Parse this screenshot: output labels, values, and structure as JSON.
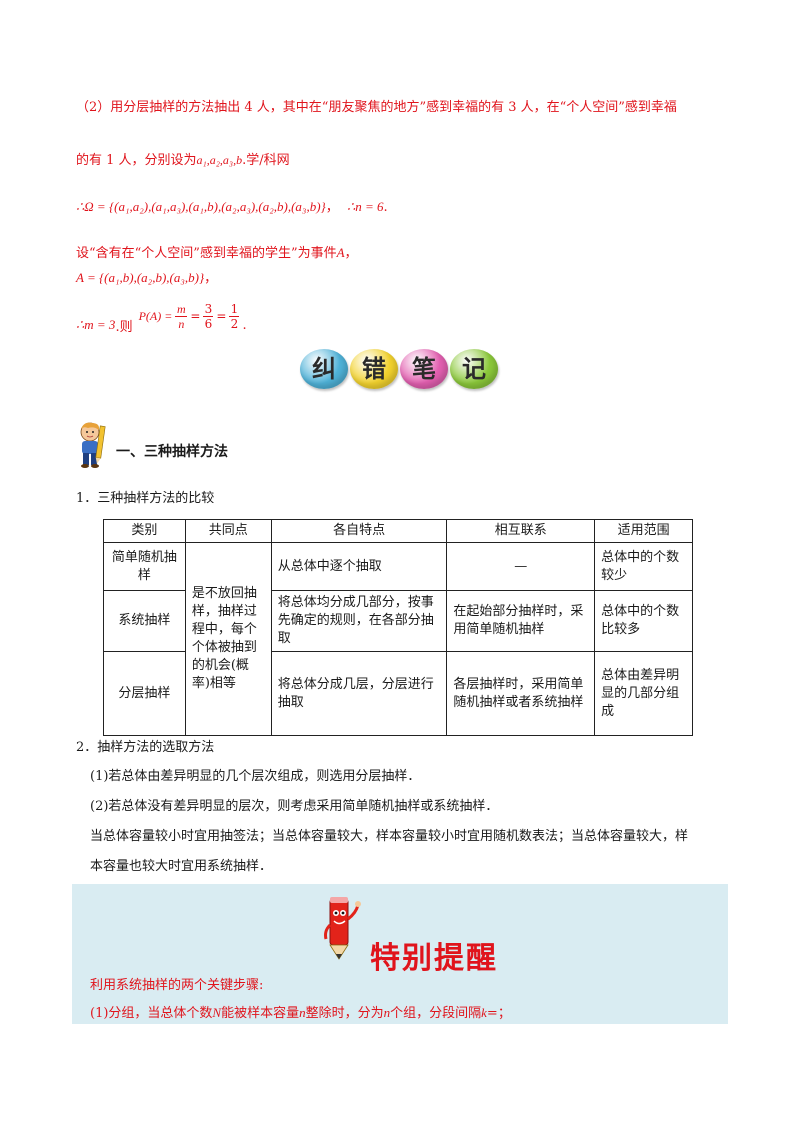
{
  "solution": {
    "line1": "（2）用分层抽样的方法抽出 4 人，其中在“朋友聚焦的地方”感到幸福的有 3 人，在“个人空间”感到幸福",
    "line2_text": "的有 1 人，分别设为",
    "line2_vars": "a₁,a₂,a₃,b",
    "line2_tail": ".学/科网",
    "omega": "∴Ω = {(a₁,a₂),(a₁,a₃),(a₁,b),(a₂,a₃),(a₂,b),(a₃,b)}",
    "omega_sep": "，",
    "n_eq": "∴n = 6",
    "n_tail": ".",
    "event_text": "设“含有在“个人空间”感到幸福的学生”为事件",
    "event_var": "A",
    "event_tail": "，",
    "A_set": "A = {(a₁,b),(a₂,b),(a₃,b)}",
    "A_tail": "，",
    "m_eq": "∴m = 3",
    "then": ".则",
    "P_lhs": "P(A) =",
    "frac1_num": "m",
    "frac1_den": "n",
    "frac2_num": "3",
    "frac2_den": "6",
    "frac3_num": "1",
    "frac3_den": "2",
    "P_tail": "."
  },
  "banner": {
    "chars": [
      "纠",
      "错",
      "笔",
      "记"
    ],
    "colors": [
      "#4fb2d8",
      "#f2d22e",
      "#e25fb0",
      "#8bc83a"
    ]
  },
  "section1": {
    "title": "一、三种抽样方法"
  },
  "item1": {
    "title": "1．三种抽样方法的比较"
  },
  "table": {
    "headers": [
      "类别",
      "共同点",
      "各自特点",
      "相互联系",
      "适用范围"
    ],
    "common": "是不放回抽样，抽样过程中，每个个体被抽到的机会(概率)相等",
    "rows": [
      {
        "category": "简单随机抽样",
        "feature": "从总体中逐个抽取",
        "relation": "—",
        "scope": "总体中的个数较少"
      },
      {
        "category": "系统抽样",
        "feature": "将总体均分成几部分，按事先确定的规则，在各部分抽取",
        "relation": "在起始部分抽样时，采用简单随机抽样",
        "scope": "总体中的个数比较多"
      },
      {
        "category": "分层抽样",
        "feature": "将总体分成几层，分层进行抽取",
        "relation": "各层抽样时，采用简单随机抽样或者系统抽样",
        "scope": "总体由差异明显的几部分组成"
      }
    ]
  },
  "item2": {
    "title": "2．抽样方法的选取方法",
    "p1": "(1)若总体由差异明显的几个层次组成，则选用分层抽样．",
    "p2": "(2)若总体没有差异明显的层次，则考虑采用简单随机抽样或系统抽样．",
    "p3a": "当总体容量较小时宜用抽签法；当总体容量较大，样本容量较小时宜用随机数表法；当总体容量较大，样",
    "p3b": "本容量也较大时宜用系统抽样．"
  },
  "note": {
    "title": "特别提醒",
    "line1": "利用系统抽样的两个关键步骤:",
    "line2a": "(1)分组，当总体个数",
    "line2_N": "N",
    "line2b": "能被样本容量",
    "line2_n": "n",
    "line2c": "整除时，分为",
    "line2_n2": "n",
    "line2d": "个组，分段间隔",
    "line2_k": "k",
    "line2e": "=；"
  }
}
